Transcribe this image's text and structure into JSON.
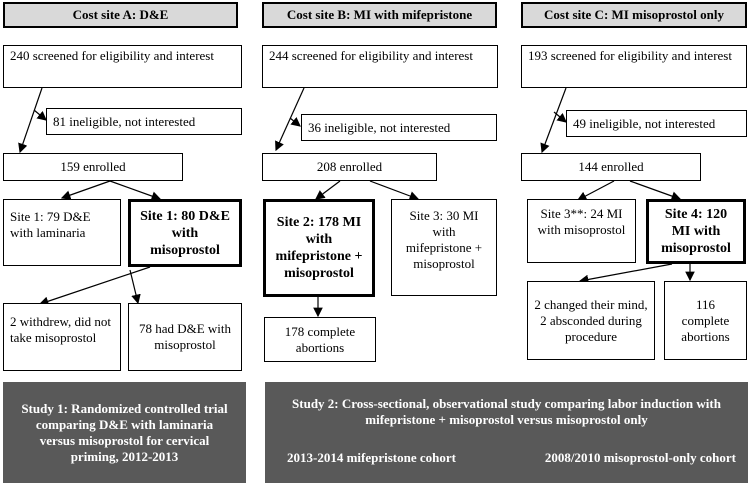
{
  "site_a": {
    "header": "Cost site A: D&E",
    "screened": "240 screened for eligibility and interest",
    "ineligible": "81 ineligible, not interested",
    "enrolled": "159 enrolled",
    "arm1": "Site 1: 79 D&E with laminaria",
    "arm2": "Site 1: 80 D&E with misoprostol",
    "withdrew": "2 withdrew, did not take misoprostol",
    "had": "78 had D&E with misoprostol"
  },
  "site_b": {
    "header": "Cost site B: MI with mifepristone",
    "screened": "244 screened for eligibility and interest",
    "ineligible": "36 ineligible, not interested",
    "enrolled": "208 enrolled",
    "arm1": "Site 2: 178 MI with mifepristone + misoprostol",
    "arm2": "Site 3: 30 MI with mifepristone + misoprostol",
    "complete": "178 complete abortions"
  },
  "site_c": {
    "header": "Cost site C: MI misoprostol only",
    "screened": "193 screened for eligibility and interest",
    "ineligible": "49 ineligible, not interested",
    "enrolled": "144 enrolled",
    "arm1": "Site 3**: 24 MI with misoprostol",
    "arm2": "Site 4: 120 MI with misoprostol",
    "changed": "2 changed their mind, 2 absconded during procedure",
    "complete": "116 complete abortions"
  },
  "study1": "Study 1: Randomized controlled trial comparing D&E with laminaria versus misoprostol for cervical priming, 2012-2013",
  "study2": {
    "title": "Study 2: Cross-sectional, observational study comparing labor induction with mifepristone + misoprostol versus misoprostol only",
    "cohort_left": "2013-2014 mifepristone cohort",
    "cohort_right": "2008/2010 misoprostol-only cohort"
  }
}
